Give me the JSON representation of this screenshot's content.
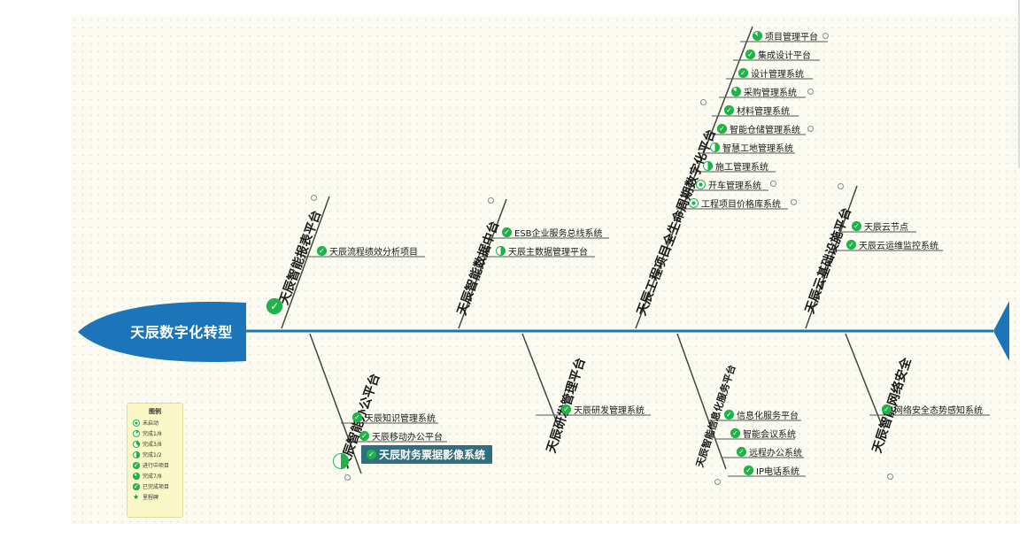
{
  "head": {
    "label": "天辰数字化转型"
  },
  "colors": {
    "spine": "#1b75b8",
    "complete": "#22b24c",
    "bone": "#3d4a3d",
    "leaf_line": "#555555"
  },
  "branches": [
    {
      "title": "天辰智能报表平台",
      "leaves": [
        {
          "label": "天辰流程绩效分析项目",
          "status": "complete"
        }
      ]
    },
    {
      "title": "天辰智能数据中台",
      "leaves": [
        {
          "label": "ESB企业服务总线系统",
          "status": "complete"
        },
        {
          "label": "天辰主数据管理平台",
          "status": "half"
        }
      ]
    },
    {
      "title": "天辰工程项目全生命周期数字化平台",
      "leaves": [
        {
          "label": "项目管理平台",
          "status": "seven-eighths"
        },
        {
          "label": "集成设计平台",
          "status": "complete"
        },
        {
          "label": "设计管理系统",
          "status": "complete"
        },
        {
          "label": "采购管理系统",
          "status": "seven-eighths"
        },
        {
          "label": "材料管理系统",
          "status": "complete"
        },
        {
          "label": "智能仓储管理系统",
          "status": "complete"
        },
        {
          "label": "智慧工地管理系统",
          "status": "half"
        },
        {
          "label": "施工管理系统",
          "status": "half"
        },
        {
          "label": "开车管理系统",
          "status": "not-started"
        },
        {
          "label": "工程项目价格库系统",
          "status": "not-started"
        }
      ]
    },
    {
      "title": "天辰云基础设施平台",
      "leaves": [
        {
          "label": "天辰云节点",
          "status": "complete"
        },
        {
          "label": "天辰云运维监控系统",
          "status": "complete"
        }
      ]
    },
    {
      "title": "天辰智能办公平台",
      "leaves": [
        {
          "label": "天辰知识管理系统",
          "status": "complete"
        },
        {
          "label": "天辰移动办公平台",
          "status": "complete"
        },
        {
          "label": "天辰财务票据影像系统",
          "status": "complete"
        }
      ]
    },
    {
      "title": "天辰研发管理平台",
      "leaves": [
        {
          "label": "天辰研发管理系统",
          "status": "complete"
        }
      ]
    },
    {
      "title": "天辰智能信息化服务平台",
      "leaves": [
        {
          "label": "信息化服务平台",
          "status": "complete"
        },
        {
          "label": "智能会议系统",
          "status": "complete"
        },
        {
          "label": "远程办公系统",
          "status": "complete"
        },
        {
          "label": "IP电话系统",
          "status": "complete"
        }
      ]
    },
    {
      "title": "天辰智能网络安全",
      "leaves": [
        {
          "label": "网络安全态势感知系统",
          "status": "complete"
        }
      ]
    }
  ],
  "legend": {
    "title": "图例",
    "items": [
      {
        "label": "未启动",
        "status": "not-started"
      },
      {
        "label": "完成1/8",
        "status": "one-eighth"
      },
      {
        "label": "完成3/8",
        "status": "three-eighths"
      },
      {
        "label": "完成1/2",
        "status": "half"
      },
      {
        "label": "进行中项目",
        "status": "in-progress"
      },
      {
        "label": "完成7/8",
        "status": "seven-eighths"
      },
      {
        "label": "已完成项目",
        "status": "complete"
      },
      {
        "label": "里程碑",
        "status": "milestone"
      }
    ]
  }
}
